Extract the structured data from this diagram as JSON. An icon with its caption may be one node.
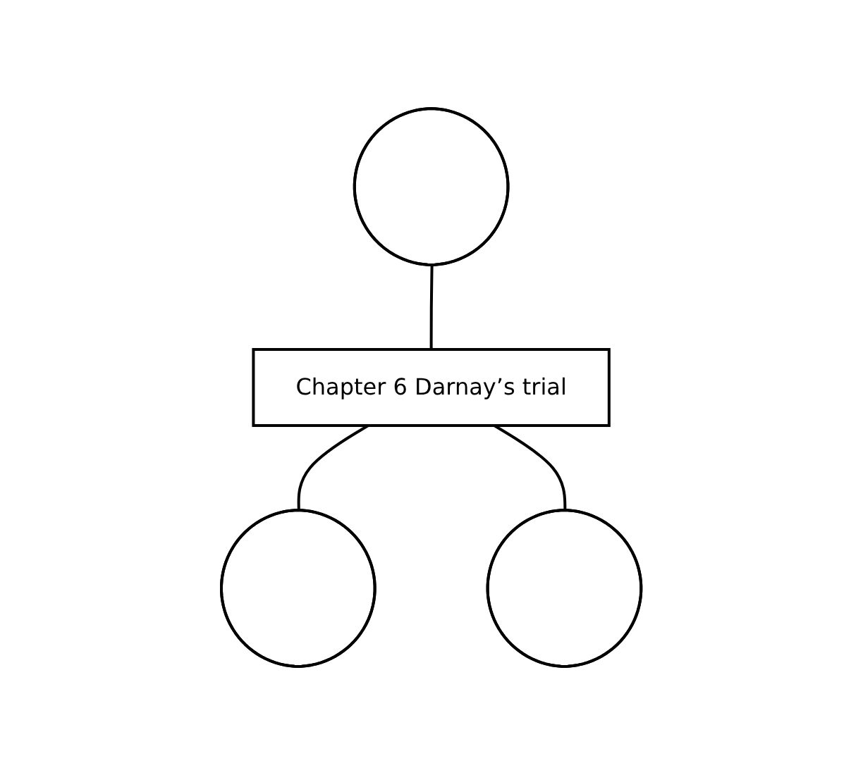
{
  "diagram": {
    "nodes": [
      {
        "text": [],
        "shape": "oval"
      },
      {
        "text": [
          "Chapter 6 Darnay’s trial"
        ]
      },
      {
        "text": [],
        "shape": "oval"
      },
      {
        "text": [],
        "shape": "oval"
      }
    ],
    "edges": [
      {
        "from": 0,
        "to": 1,
        "arrow": "none"
      },
      {
        "from": 1,
        "to": 2,
        "arrow": "none"
      },
      {
        "from": 1,
        "to": 3,
        "arrow": "none"
      }
    ]
  }
}
